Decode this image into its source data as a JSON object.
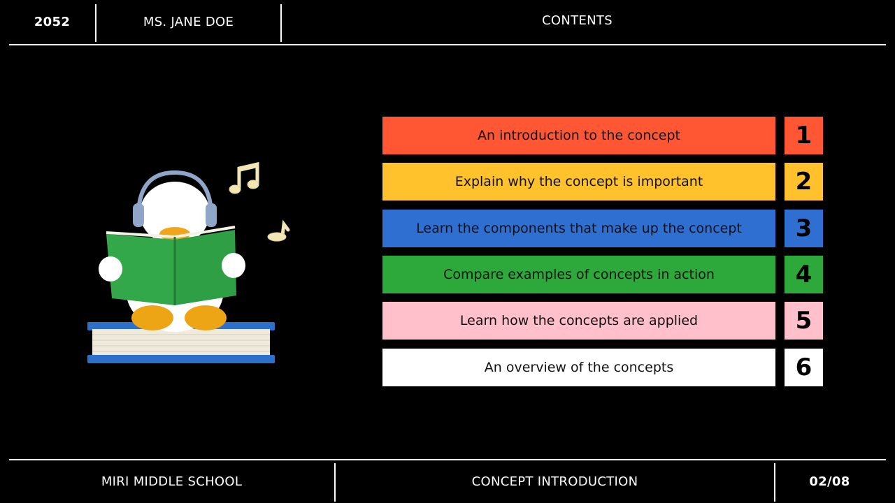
{
  "header": {
    "year": "2052",
    "teacher": "MS. JANE DOE",
    "title": "CONTENTS"
  },
  "footer": {
    "school": "MIRI MIDDLE SCHOOL",
    "topic": "CONCEPT INTRODUCTION",
    "page": "02/08"
  },
  "illustration": {
    "icon": "penguin-reading-book-with-headphones-icon"
  },
  "contents": [
    {
      "label": "An introduction to the concept",
      "number": "1",
      "color": "#FF5733"
    },
    {
      "label": "Explain why the concept is important",
      "number": "2",
      "color": "#FFC22C"
    },
    {
      "label": "Learn the components that make up the concept",
      "number": "3",
      "color": "#2E6FD1"
    },
    {
      "label": "Compare examples of concepts in action",
      "number": "4",
      "color": "#2DA93C"
    },
    {
      "label": "Learn how the concepts are applied",
      "number": "5",
      "color": "#FFC0CB"
    },
    {
      "label": "An overview of the concepts",
      "number": "6",
      "color": "#FFFFFF"
    }
  ]
}
